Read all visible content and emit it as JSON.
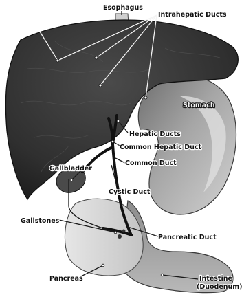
{
  "labels": {
    "esophagus": "Esophagus",
    "intrahepatic_ducts": "Intrahepatic Ducts",
    "stomach": "Stomach",
    "hepatic_ducts": "Hepatic Ducts",
    "common_hepatic_duct": "Common Hepatic Duct",
    "common_duct": "Common Duct",
    "gallbladder": "Gallbladder",
    "cystic_duct": "Cystic Duct",
    "gallstones": "Gallstones",
    "pancreatic_duct": "Pancreatic Duct",
    "pancreas": "Pancreas",
    "intestine_line1": "Intestine",
    "intestine_line2": "(Duodenum)"
  },
  "colors": {
    "liver": "#3a3a3a",
    "liver_dark": "#1f1f1f",
    "stomach": "#9a9a9a",
    "stomach_light": "#d4d4d4",
    "pancreas": "#d8d8d8",
    "duodenum": "#a8a8a8",
    "gallbladder": "#4a4a4a"
  }
}
